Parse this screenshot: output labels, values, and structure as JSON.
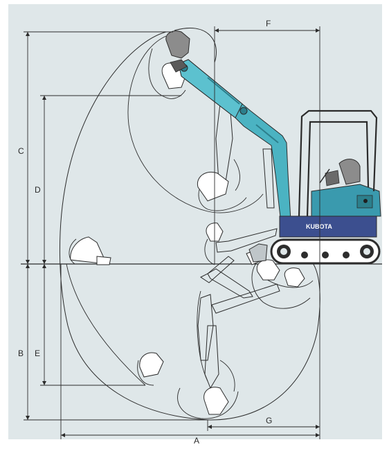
{
  "dimension_labels": {
    "A": "A",
    "B": "B",
    "C": "C",
    "D": "D",
    "E": "E",
    "F": "F",
    "G": "G"
  },
  "brand_text": "KUBOTA",
  "colors": {
    "paper": "#dfe7e9",
    "line": "#2b2b2b",
    "boom": "#4bb3c2",
    "boom_dark": "#2c7f8c",
    "cab_body": "#3a9aae",
    "frame_blue": "#3c4f8f",
    "track": "#2d2d2d",
    "bucket": "#8c8c8c"
  }
}
